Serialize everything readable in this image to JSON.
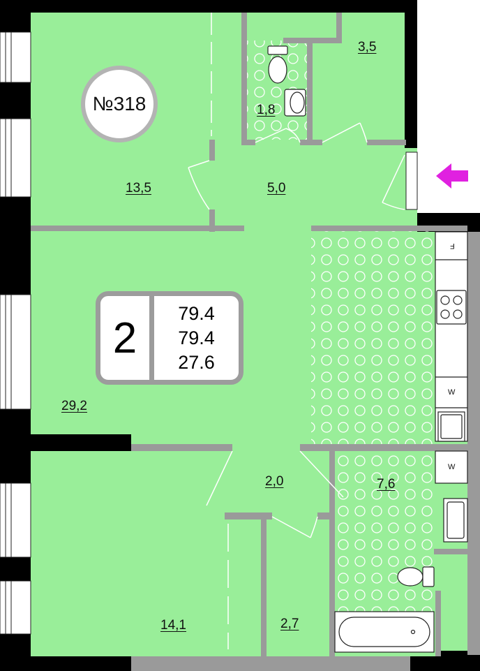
{
  "apartment": {
    "number_label": "№318",
    "rooms_count": "2",
    "areas": [
      "79.4",
      "79.4",
      "27.6"
    ]
  },
  "rooms": {
    "bedroom_top": "13,5",
    "bathroom_small": "1,8",
    "closet_top": "3,5",
    "hall": "5,0",
    "living_kitchen": "29,2",
    "corridor": "2,0",
    "bathroom_large": "7,6",
    "bedroom_bottom": "14,1",
    "closet_bottom": "2,7"
  },
  "appliances": {
    "fridge_label": "F",
    "washer_label_1": "W",
    "washer_label_2": "W"
  },
  "colors": {
    "floor": "#99ee99",
    "wall": "#000000",
    "partition": "#9a9a9a",
    "tile_circle": "#ffffff",
    "entry_arrow": "#e021e0"
  },
  "icons": [
    "window-icon",
    "door-icon",
    "toilet-icon",
    "sink-icon",
    "stove-icon",
    "bathtub-icon",
    "entry-arrow-icon"
  ]
}
